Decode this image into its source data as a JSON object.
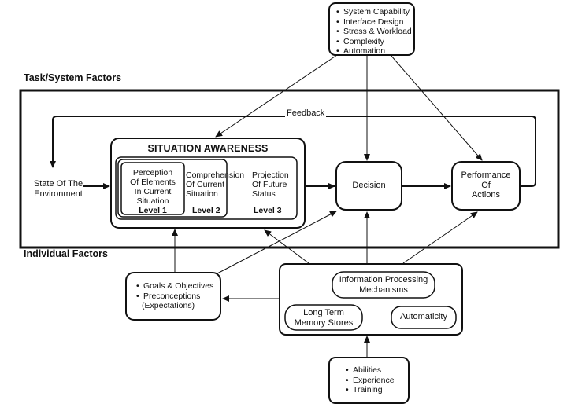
{
  "section_labels": {
    "task_system": "Task/System Factors",
    "individual": "Individual Factors"
  },
  "feedback_label": "Feedback",
  "system_factors": [
    "System Capability",
    "Interface Design",
    "Stress & Workload",
    "Complexity",
    "Automation"
  ],
  "state_of_environment": [
    "State Of The",
    "Environment"
  ],
  "situation_awareness": {
    "title": "SITUATION AWARENESS",
    "level1": {
      "text": [
        "Perception",
        "Of Elements",
        "In Current",
        "Situation"
      ],
      "label": "Level 1"
    },
    "level2": {
      "text": [
        "Comprehension",
        "Of Current",
        "Situation"
      ],
      "label": "Level 2"
    },
    "level3": {
      "text": [
        "Projection",
        "Of Future",
        "Status"
      ],
      "label": "Level 3"
    }
  },
  "decision": "Decision",
  "performance": [
    "Performance",
    "Of",
    "Actions"
  ],
  "goals": [
    "Goals & Objectives",
    "Preconceptions"
  ],
  "goals_sub": "(Expectations)",
  "info_processing": [
    "Information Processing",
    "Mechanisms"
  ],
  "long_term_memory": [
    "Long Term",
    "Memory Stores"
  ],
  "automaticity": "Automaticity",
  "abilities": [
    "Abilities",
    "Experience",
    "Training"
  ]
}
